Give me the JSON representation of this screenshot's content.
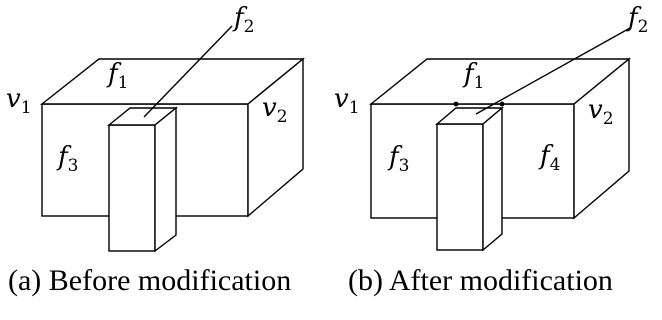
{
  "diagram_a": {
    "caption": "(a) Before modification",
    "labels": {
      "f1": {
        "base": "f",
        "sub": "1"
      },
      "f2": {
        "base": "f",
        "sub": "2"
      },
      "f3": {
        "base": "f",
        "sub": "3"
      },
      "v1": {
        "base": "v",
        "sub": "1"
      },
      "v2": {
        "base": "v",
        "sub": "2"
      }
    }
  },
  "diagram_b": {
    "caption": "(b) After modification",
    "labels": {
      "f1": {
        "base": "f",
        "sub": "1"
      },
      "f2": {
        "base": "f",
        "sub": "2"
      },
      "f3": {
        "base": "f",
        "sub": "3"
      },
      "f4": {
        "base": "f",
        "sub": "4"
      },
      "v1": {
        "base": "v",
        "sub": "1"
      },
      "v2": {
        "base": "v",
        "sub": "2"
      }
    }
  }
}
